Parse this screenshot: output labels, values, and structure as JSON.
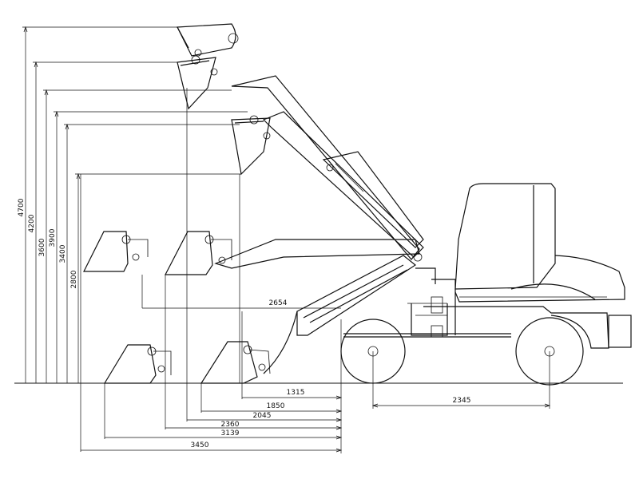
{
  "diagram": {
    "vertical_dims": [
      "4700",
      "4200",
      "3900",
      "3600",
      "3400",
      "2800"
    ],
    "horizontal_dims": [
      "1315",
      "1850",
      "2045",
      "2360",
      "3139",
      "3450"
    ],
    "reach_dim": "2654",
    "wheelbase_dim": "2345"
  },
  "colors": {
    "line": "#111111",
    "background": "#ffffff"
  }
}
